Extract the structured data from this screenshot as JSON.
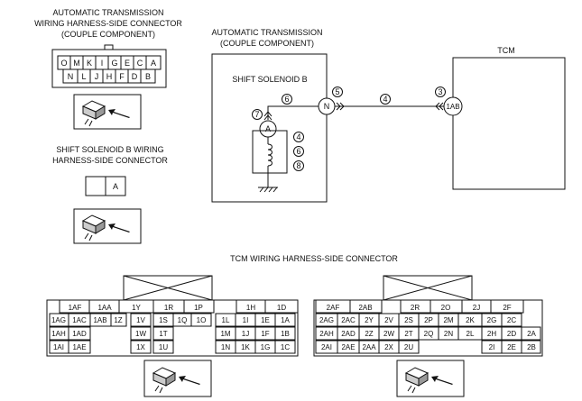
{
  "texts": {
    "at_connector_title_1": "AUTOMATIC TRANSMISSION",
    "at_connector_title_2": "WIRING HARNESS-SIDE CONNECTOR",
    "at_connector_title_3": "(COUPLE COMPONENT)",
    "ssb_connector_title_1": "SHIFT SOLENOID B WIRING",
    "ssb_connector_title_2": "HARNESS-SIDE CONNECTOR",
    "at_box_title_1": "AUTOMATIC TRANSMISSION",
    "at_box_title_2": "(COUPLE COMPONENT)",
    "shift_solenoid_b": "SHIFT SOLENOID B",
    "tcm": "TCM",
    "tcm_connector_title": "TCM WIRING HARNESS-SIDE CONNECTOR",
    "pin_a": "A",
    "pin_n": "N",
    "pin_1ab": "1AB",
    "callout_3": "3",
    "callout_4": "4",
    "callout_5": "5",
    "callout_6": "6",
    "callout_7": "7",
    "callout_8": "8"
  },
  "at_connector": {
    "top_row": [
      "O",
      "M",
      "K",
      "I",
      "G",
      "E",
      "C",
      "A"
    ],
    "bottom_row": [
      "N",
      "L",
      "J",
      "H",
      "F",
      "D",
      "B"
    ]
  },
  "ssb_connector": {
    "pins": [
      "",
      "A"
    ]
  },
  "tcm_left": {
    "rows": [
      [
        "",
        "1AF",
        "1AA",
        "1Y",
        "1R",
        "1P",
        "",
        "1H",
        "1D"
      ],
      [
        "1AG",
        "1AC",
        "1AB",
        "1Z",
        "1V",
        "1S",
        "1Q",
        "1O",
        "1L",
        "1I",
        "1E",
        "1A"
      ],
      [
        "1AH",
        "1AD",
        "",
        "",
        "1W",
        "1T",
        "",
        "",
        "1M",
        "1J",
        "1F",
        "1B"
      ],
      [
        "1AI",
        "1AE",
        "",
        "",
        "1X",
        "1U",
        "",
        "",
        "1N",
        "1K",
        "1G",
        "1C"
      ]
    ]
  },
  "tcm_right": {
    "rows": [
      [
        "2AF",
        "2AB",
        "",
        "2R",
        "2O",
        "2J",
        "2F"
      ],
      [
        "2AG",
        "2AC",
        "2Y",
        "2V",
        "2S",
        "2P",
        "2M",
        "2K",
        "2G",
        "2C"
      ],
      [
        "2AH",
        "2AD",
        "2Z",
        "2W",
        "2T",
        "2Q",
        "2N",
        "2L",
        "2H",
        "2D",
        "2A"
      ],
      [
        "2AI",
        "2AE",
        "2AA",
        "2X",
        "2U",
        "",
        "",
        "",
        "2I",
        "2E",
        "2B"
      ]
    ]
  }
}
